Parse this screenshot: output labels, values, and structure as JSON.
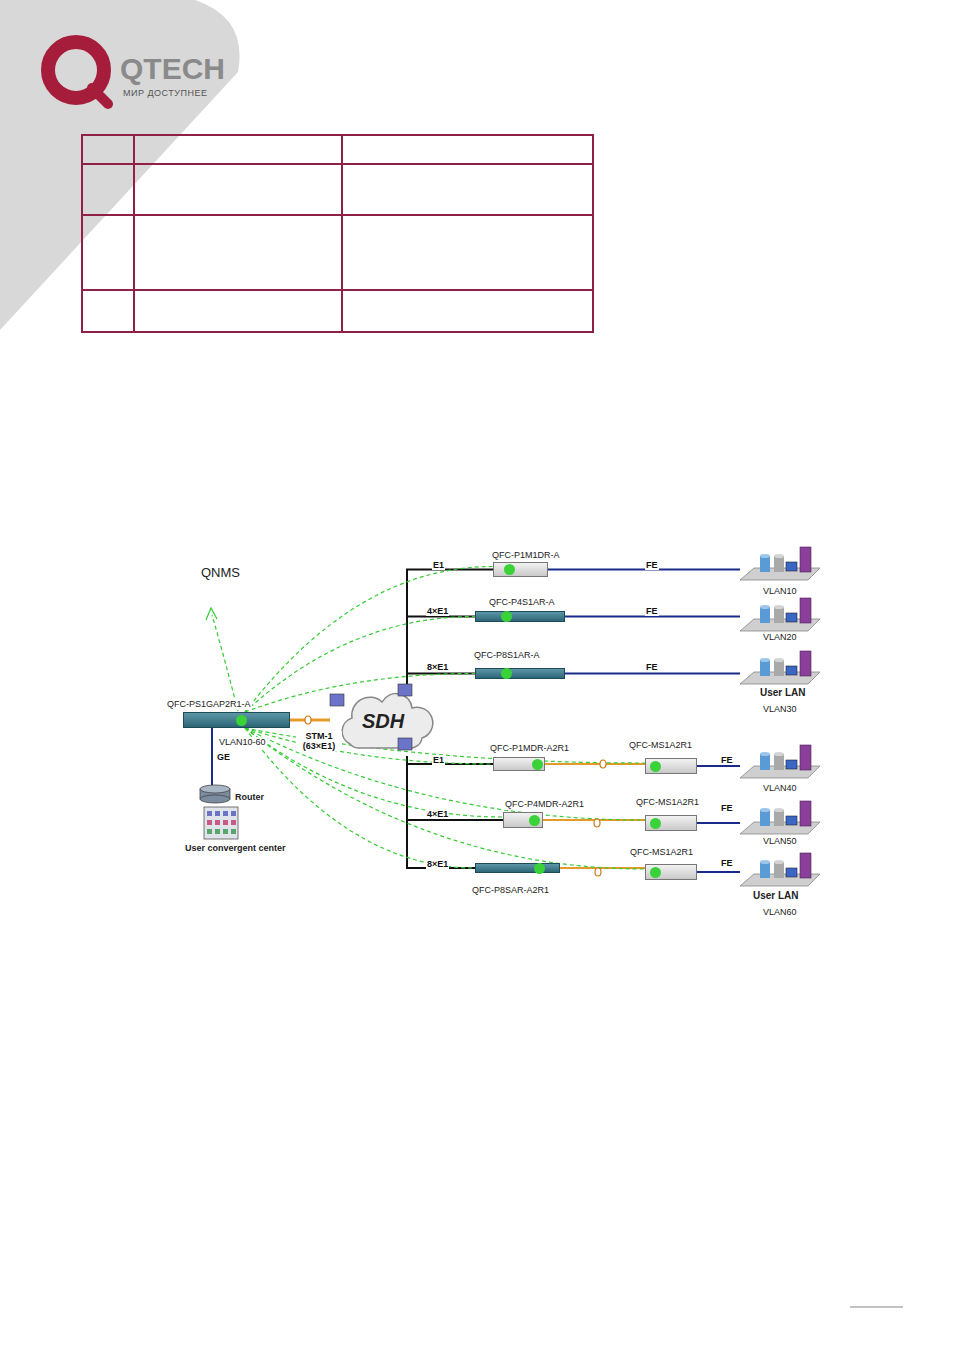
{
  "diagram": {
    "nodes": [
      {
        "text": [
          "QFC-PS1GAP2R1-A"
        ]
      },
      {
        "text": [
          "SDH"
        ]
      },
      {
        "text": [
          "Router",
          "User convergent center"
        ]
      },
      {
        "text": [
          "QFC-P1M1DR-A"
        ]
      },
      {
        "text": [
          "QFC-P4S1AR-A"
        ]
      },
      {
        "text": [
          "QFC-P8S1AR-A"
        ]
      },
      {
        "text": [
          "QFC-P1MDR-A2R1"
        ]
      },
      {
        "text": [
          "QFC-P4MDR-A2R1"
        ]
      },
      {
        "text": [
          "QFC-P8SAR-A2R1"
        ]
      },
      {
        "text": [
          "QFC-MS1A2R1"
        ]
      },
      {
        "text": [
          "QFC-MS1A2R1"
        ]
      },
      {
        "text": [
          "QFC-MS1A2R1"
        ]
      },
      {
        "text": [
          "VLAN10"
        ]
      },
      {
        "text": [
          "VLAN20"
        ]
      },
      {
        "text": [
          "User LAN",
          "VLAN30"
        ]
      },
      {
        "text": [
          "VLAN40"
        ]
      },
      {
        "text": [
          "VLAN50"
        ]
      },
      {
        "text": [
          "User LAN",
          "VLAN60"
        ]
      }
    ],
    "edges": [
      {
        "from": 0,
        "to": 1,
        "arrow": "none",
        "label": "STM-1 (63×E1)"
      },
      {
        "from": 0,
        "to": 2,
        "arrow": "none",
        "label": "GE"
      },
      {
        "from": 1,
        "to": 3,
        "arrow": "none",
        "label": "E1"
      },
      {
        "from": 1,
        "to": 4,
        "arrow": "none",
        "label": "4×E1"
      },
      {
        "from": 1,
        "to": 5,
        "arrow": "none",
        "label": "8×E1"
      },
      {
        "from": 1,
        "to": 6,
        "arrow": "none",
        "label": "E1"
      },
      {
        "from": 1,
        "to": 7,
        "arrow": "none",
        "label": "4×E1"
      },
      {
        "from": 1,
        "to": 8,
        "arrow": "none",
        "label": "8×E1"
      },
      {
        "from": 3,
        "to": 12,
        "arrow": "none",
        "label": "FE"
      },
      {
        "from": 4,
        "to": 13,
        "arrow": "none",
        "label": "FE"
      },
      {
        "from": 5,
        "to": 14,
        "arrow": "none",
        "label": "FE"
      },
      {
        "from": 6,
        "to": 9,
        "arrow": "none"
      },
      {
        "from": 7,
        "to": 10,
        "arrow": "none"
      },
      {
        "from": 8,
        "to": 11,
        "arrow": "none"
      },
      {
        "from": 9,
        "to": 15,
        "arrow": "none",
        "label": "FE"
      },
      {
        "from": 10,
        "to": 16,
        "arrow": "none",
        "label": "FE"
      },
      {
        "from": 11,
        "to": 17,
        "arrow": "none",
        "label": "FE"
      },
      {
        "from": 0,
        "to": 3,
        "arrow": "none"
      },
      {
        "from": 0,
        "to": 4,
        "arrow": "none"
      },
      {
        "from": 0,
        "to": 5,
        "arrow": "none"
      },
      {
        "from": 0,
        "to": 6,
        "arrow": "none"
      },
      {
        "from": 0,
        "to": 7,
        "arrow": "none"
      },
      {
        "from": 0,
        "to": 8,
        "arrow": "none"
      },
      {
        "from": 0,
        "to": 9,
        "arrow": "none"
      },
      {
        "from": 0,
        "to": 10,
        "arrow": "none"
      },
      {
        "from": 0,
        "to": 11,
        "arrow": "none"
      }
    ],
    "labels": [
      "QTECH",
      "МИР ДОСТУПНЕЕ",
      "QNMS",
      "VLAN10-60"
    ]
  }
}
